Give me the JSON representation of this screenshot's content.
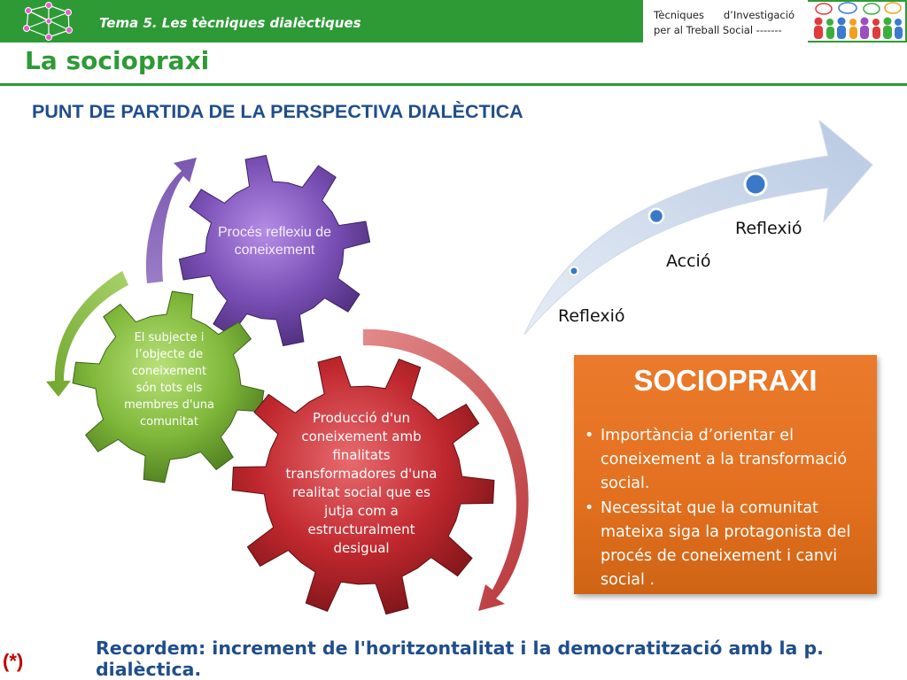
{
  "header": {
    "topic": "Tema 5. Les tècniques dialèctiques",
    "course_line1": "Tècniques      d’Investigació",
    "course_line2": "per al Treball Social -------",
    "logo_icon": "network-graph-icon",
    "people_icon": "people-speech-bubbles-icon",
    "brand_color": "#2e9a36"
  },
  "slide": {
    "title": "La sociopraxi",
    "subtitle": "PUNT DE PARTIDA DE LA PERSPECTIVA DIALÈCTICA"
  },
  "cycle": {
    "gear_purple": "Procés reflexiu de coneixement",
    "gear_green": "El subjecte i l’objecte de coneixement són tots els membres d'una comunitat",
    "gear_red": "Producció d'un coneixement amb finalitats transformadores d'una realitat social que es jutja com a estructuralment desigual",
    "colors": {
      "purple": "#7a4fb5",
      "green": "#7fb83a",
      "red": "#c0282e"
    }
  },
  "progression": {
    "labels": [
      "Reflexió",
      "Acció",
      "Reflexió"
    ],
    "arrow_color": "#c9d6ea",
    "dot_color": "#3a78c8"
  },
  "sociopraxi": {
    "title": "SOCIOPRAXI",
    "points": [
      "Importància d’orientar el coneixement a la transformació social.",
      "Necessitat que la comunitat mateixa siga la protagonista del procés de coneixement i canvi social ."
    ],
    "color": "#e2701f"
  },
  "footer": {
    "mark": "(*)",
    "recall": "Recordem: increment de l'horitzontalitat i la democratització amb la p. dialèctica."
  }
}
